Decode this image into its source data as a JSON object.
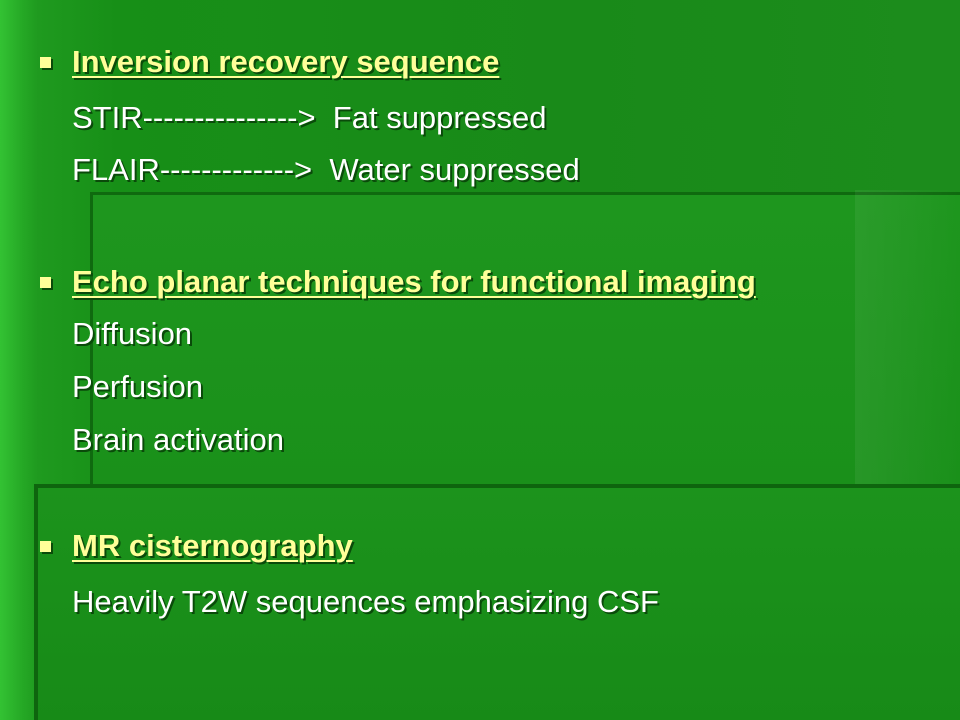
{
  "sections": [
    {
      "heading": "Inversion recovery sequence",
      "lines": [
        "STIR--------------->  Fat suppressed",
        "FLAIR------------->  Water suppressed"
      ]
    },
    {
      "heading": "Echo planar techniques for functional imaging",
      "lines": [
        "Diffusion",
        "Perfusion",
        "Brain activation"
      ]
    },
    {
      "heading": "MR cisternography",
      "lines": [
        "Heavily T2W sequences emphasizing CSF"
      ]
    }
  ],
  "colors": {
    "background": "#1a8a1a",
    "heading_text": "#ffff99",
    "body_text": "#ffffff"
  },
  "icons": {
    "bullet": "square-bullet-icon"
  }
}
